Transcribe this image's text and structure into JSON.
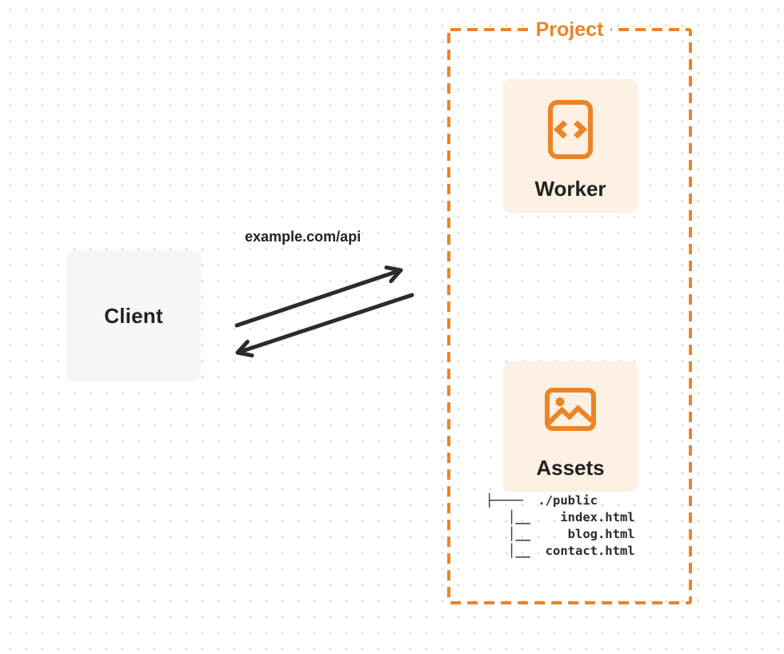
{
  "diagram": {
    "client": {
      "label": "Client"
    },
    "request": {
      "label": "example.com/api"
    },
    "arrows": {
      "request_direction": "client-to-project",
      "response_direction": "project-to-client"
    },
    "project": {
      "label": "Project",
      "cards": [
        {
          "label": "Worker",
          "icon": "code-icon"
        },
        {
          "label": "Assets",
          "icon": "image-icon"
        }
      ],
      "file_tree": "├────  ./public\n   │__    index.html\n   │__     blog.html\n   │__  contact.html"
    },
    "colors": {
      "accent": "#EC8426",
      "card_bg": "#FCF1E3",
      "client_bg": "#F6F6F6",
      "arrow": "#2B2B2B",
      "heading": "#222222",
      "dot": "#E4E4E4"
    }
  }
}
